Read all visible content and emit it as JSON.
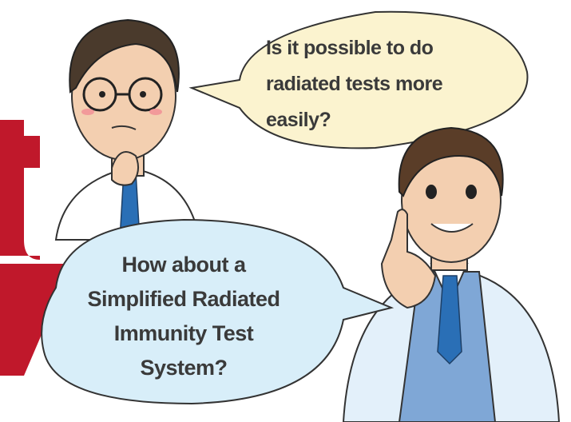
{
  "question_bubble": {
    "lines": [
      "Is it possible to do",
      "radiated tests more",
      "easily?"
    ],
    "fill": "#fbf3cf"
  },
  "answer_bubble": {
    "lines": [
      "How about a",
      "Simplified Radiated",
      "Immunity Test",
      "System?"
    ],
    "fill": "#d8eef9"
  },
  "colors": {
    "accent_red": "#c0182b",
    "tie_blue": "#2a6fb6",
    "vest_blue": "#7fa7d6"
  },
  "icons": {
    "thinking_man": "thinking-man-illustration",
    "pointing_man": "pointing-man-illustration"
  }
}
